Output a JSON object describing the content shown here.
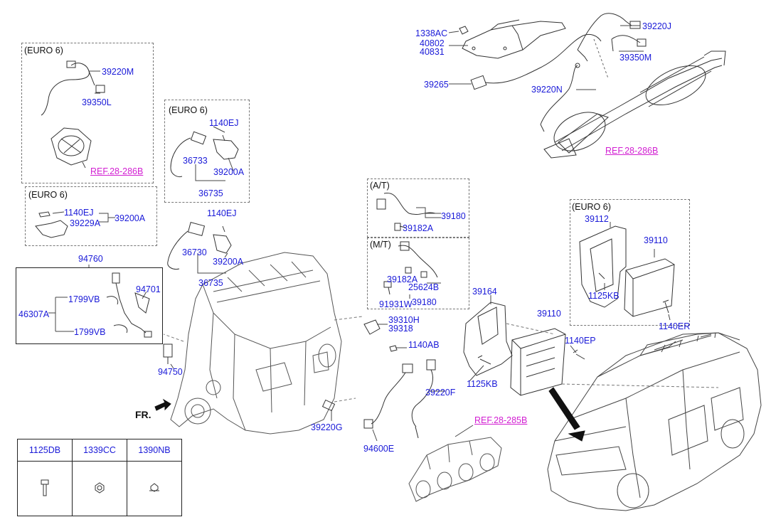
{
  "labels": {
    "euro6": "(EURO 6)",
    "at": "(A/T)",
    "mt": "(M/T)",
    "fr": "FR.",
    "p1338ac": "1338AC",
    "p40802": "40802",
    "p40831": "40831",
    "p39265": "39265",
    "p39220j": "39220J",
    "p39350m": "39350M",
    "p39220n": "39220N",
    "ref286_top": "REF.28-286B",
    "p39220m": "39220M",
    "p39350l": "39350L",
    "ref286_left": "REF.28-286B",
    "p1140ej_a": "1140EJ",
    "p36733": "36733",
    "p39200a_a": "39200A",
    "p36735_a": "36735",
    "p1140ej_b": "1140EJ",
    "p39200a_b": "39200A",
    "p39229a": "39229A",
    "p1140ej_c": "1140EJ",
    "p36730": "36730",
    "p39200a_c": "39200A",
    "p36735_b": "36735",
    "p94760": "94760",
    "p1799vb_a": "1799VB",
    "p94701": "94701",
    "p46307a": "46307A",
    "p1799vb_b": "1799VB",
    "p94750": "94750",
    "p39180_a": "39180",
    "p39182a_a": "39182A",
    "p39182a_b": "39182A",
    "p25624b": "25624B",
    "p91931w": "91931W",
    "p39180_b": "39180",
    "p39310h": "39310H",
    "p39318": "39318",
    "p1140ab": "1140AB",
    "p39164": "39164",
    "p39110_a": "39110",
    "p1140ep": "1140EP",
    "p1125kb_a": "1125KB",
    "p39112": "39112",
    "p39110_b": "39110",
    "p1125kb_b": "1125KB",
    "p1140er": "1140ER",
    "p39220f": "39220F",
    "p39220g": "39220G",
    "p94600e": "94600E",
    "ref285": "REF.28-285B"
  },
  "standard_parts": {
    "headers": [
      "1125DB",
      "1339CC",
      "1390NB"
    ]
  },
  "colors": {
    "label": "#1a1ad8",
    "reference": "#d21fd2",
    "line": "#222222"
  }
}
